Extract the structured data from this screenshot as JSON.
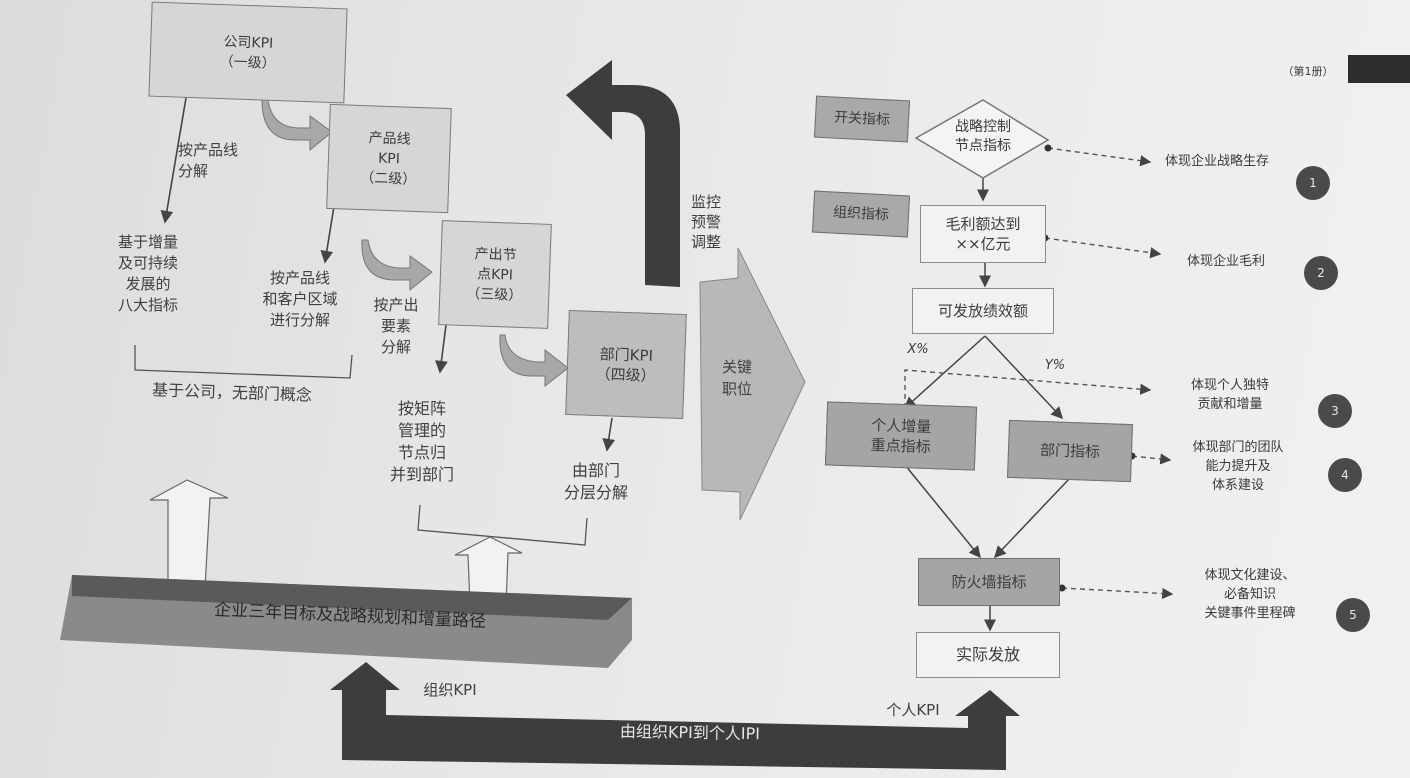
{
  "header_mark": "（第1册）",
  "left": {
    "company_kpi": "公司KPI\n（一级）",
    "product_kpi": "产品线\nKPI\n（二级）",
    "output_kpi": "产出节\n点KPI\n（三级）",
    "dept_kpi": "部门KPI\n（四级）",
    "label_by_product": "按产品线\n分解",
    "label_eight": "基于增量\n及可持续\n发展的\n八大指标",
    "label_product_region": "按产品线\n和客户区域\n进行分解",
    "label_by_output": "按产出\n要素\n分解",
    "label_company_based": "基于公司，无部门概念",
    "label_matrix": "按矩阵\n管理的\n节点归\n并到部门",
    "label_dept_layer": "由部门\n分层分解",
    "monitor": "监控\n预警\n调整",
    "key_position": "关键\n职位",
    "base_bar": "企业三年目标及战略规划和增量路径",
    "org_kpi": "组织KPI",
    "personal_kpi": "个人KPI",
    "bottom_arrow": "由组织KPI到个人IPI"
  },
  "right": {
    "tag_switch": "开关指标",
    "tag_org": "组织指标",
    "strategy_node": "战略控制\n节点指标",
    "gross_profit": "毛利额达到\n××亿元",
    "bonus": "可发放绩效额",
    "x_pct": "X%",
    "y_pct": "Y%",
    "personal_increment": "个人增量\n重点指标",
    "dept_indicator": "部门指标",
    "firewall": "防火墙指标",
    "actual": "实际发放",
    "notes": [
      {
        "num": "1",
        "text": "体现企业战略生存"
      },
      {
        "num": "2",
        "text": "体现企业毛利"
      },
      {
        "num": "3",
        "text": "体现个人独特\n贡献和增量"
      },
      {
        "num": "4",
        "text": "体现部门的团队\n能力提升及\n体系建设"
      },
      {
        "num": "5",
        "text": "体现文化建设、\n必备知识\n关键事件里程碑"
      }
    ]
  },
  "colors": {
    "dark_arrow": "#3d3d3d",
    "box_gray": "#bdbdbd",
    "tag_gray": "#a9a9a9",
    "circle": "#4a4a4a"
  }
}
